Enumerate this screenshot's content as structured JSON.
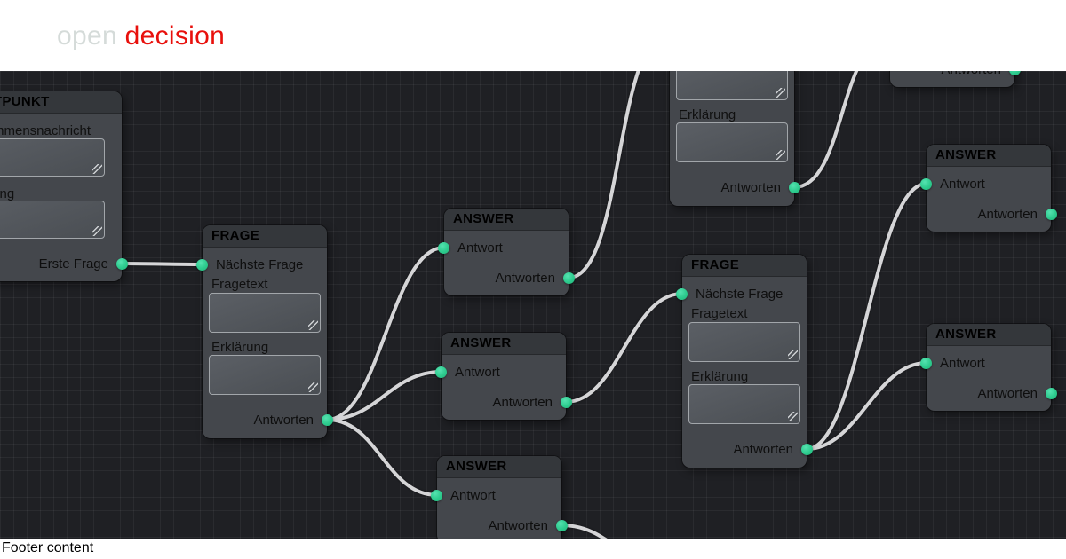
{
  "header": {
    "logo_open": "open",
    "logo_decision": "decision"
  },
  "footer": {
    "text": "Footer content"
  },
  "colors": {
    "brand_red": "#e8100c",
    "logo_gray": "#d5dbd9",
    "canvas_bg": "#1f2024",
    "node_body": "#44474c",
    "node_header": "#34373b",
    "port_green": "#2dcb8e",
    "wire": "#d5d5d7"
  },
  "node_types": {
    "start": {
      "title": "STARTPUNKT",
      "field1_label": "Willkommensnachricht",
      "field2_label": "Erklärung",
      "output_label": "Erste Frage",
      "field1_value": "",
      "field2_value": ""
    },
    "frage": {
      "title": "FRAGE",
      "input_label": "Nächste Frage",
      "field1_label": "Fragetext",
      "field2_label": "Erklärung",
      "output_label": "Antworten",
      "field1_value": "",
      "field2_value": ""
    },
    "answer": {
      "title": "ANSWER",
      "input_label": "Antwort",
      "output_label": "Antworten"
    }
  }
}
